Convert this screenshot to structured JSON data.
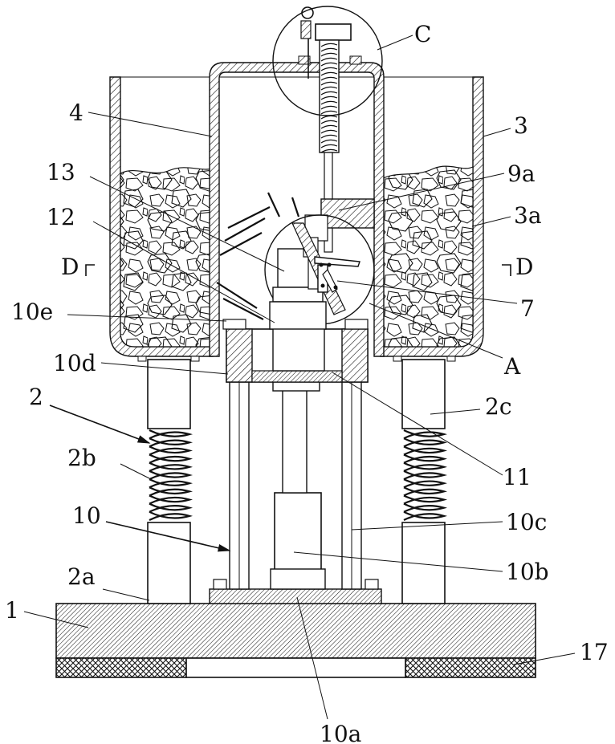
{
  "labels": {
    "l_C": "C",
    "l_4": "4",
    "l_3": "3",
    "l_13": "13",
    "l_9a": "9a",
    "l_12": "12",
    "l_3a": "3a",
    "l_D_left": "D",
    "l_D_right": "D",
    "l_10e": "10e",
    "l_7": "7",
    "l_A": "A",
    "l_10d": "10d",
    "l_2": "2",
    "l_2c": "2c",
    "l_2b": "2b",
    "l_11": "11",
    "l_10": "10",
    "l_10c": "10c",
    "l_2a": "2a",
    "l_10b": "10b",
    "l_1": "1",
    "l_17": "17",
    "l_10a": "10a"
  }
}
